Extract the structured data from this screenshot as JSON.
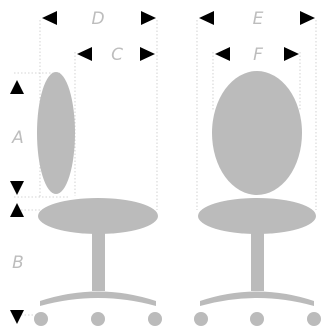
{
  "dimensions": {
    "A": "A",
    "B": "B",
    "C": "C",
    "D": "D",
    "E": "E",
    "F": "F"
  },
  "colors": {
    "chair": "#bbbbbb",
    "guide": "#c8c8c8",
    "arrow": "#000000",
    "label": "#bdbdbd"
  }
}
